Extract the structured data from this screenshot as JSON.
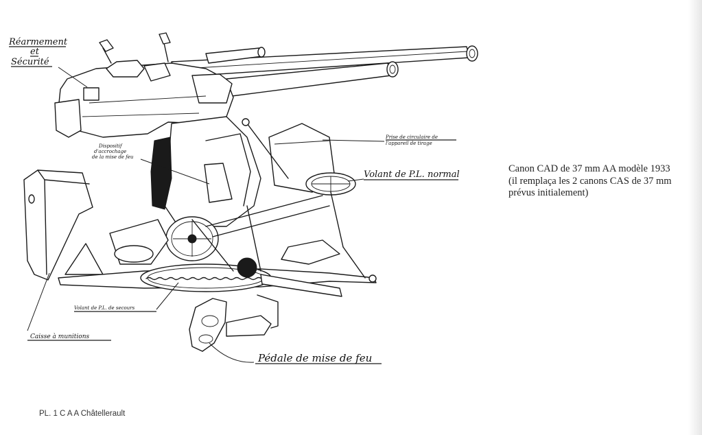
{
  "labels": {
    "rearmament_line1": "Réarmement",
    "rearmament_line2": "et",
    "rearmament_line3": "Sécurité",
    "prise_line1": "Prise de circulaire de",
    "prise_line2": "l'appareil de tirage",
    "dispositif_line1": "Dispositif",
    "dispositif_line2": "d'accrochage",
    "dispositif_line3": "de la mise de feu",
    "volant_normal": "Volant de P.L. normal",
    "volant_secours": "Volant de P.L. de secours",
    "caisse_munitions": "Caisse à munitions",
    "pedale": "Pédale de mise de feu"
  },
  "caption": {
    "line1": "Canon CAD de 37 mm AA modèle 1933",
    "line2": "(il remplaça les 2 canons CAS de 37 mm",
    "line3": "prévus initialement)"
  },
  "plate_reference": "PL. 1 C A A Châtellerault"
}
